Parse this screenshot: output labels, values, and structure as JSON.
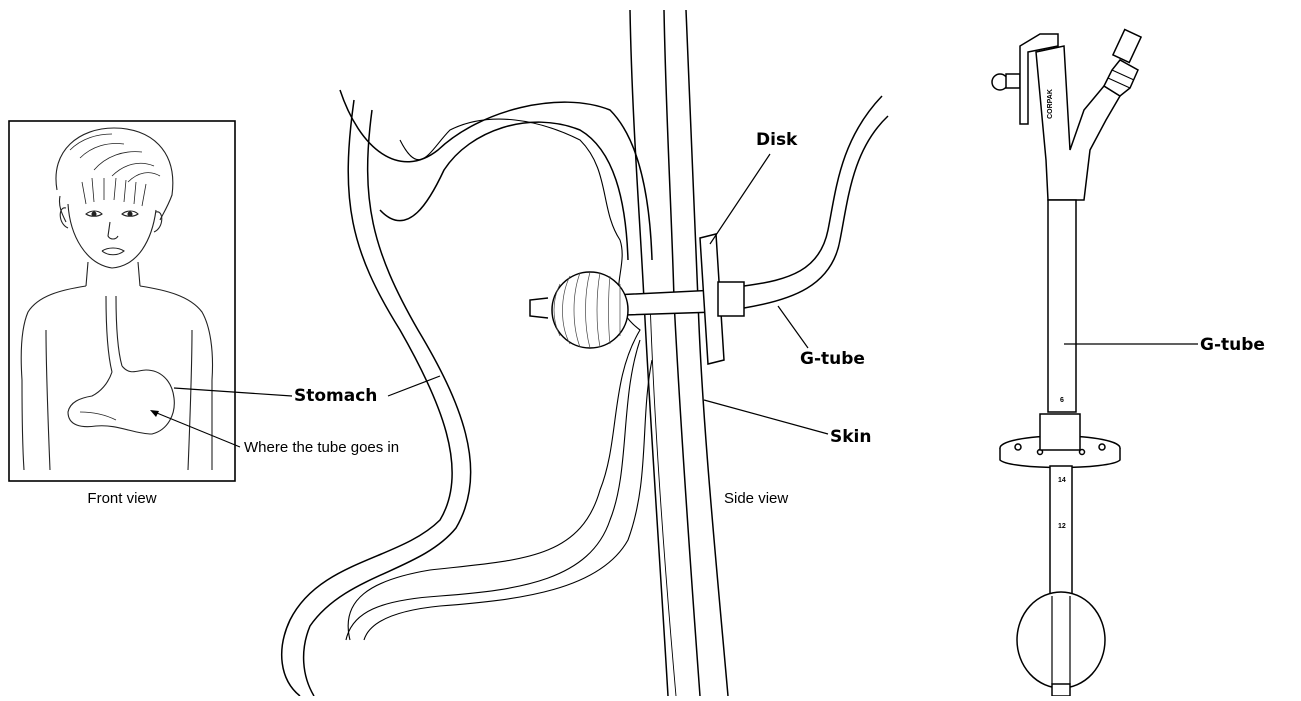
{
  "front_panel": {
    "caption": "Front view"
  },
  "side_panel": {
    "caption": "Side view"
  },
  "labels": {
    "stomach": "Stomach",
    "insertion": "Where the tube goes in",
    "disk": "Disk",
    "gtube_side": "G-tube",
    "skin": "Skin",
    "gtube_device": "G-tube"
  },
  "device": {
    "brand": "CORPAK"
  }
}
